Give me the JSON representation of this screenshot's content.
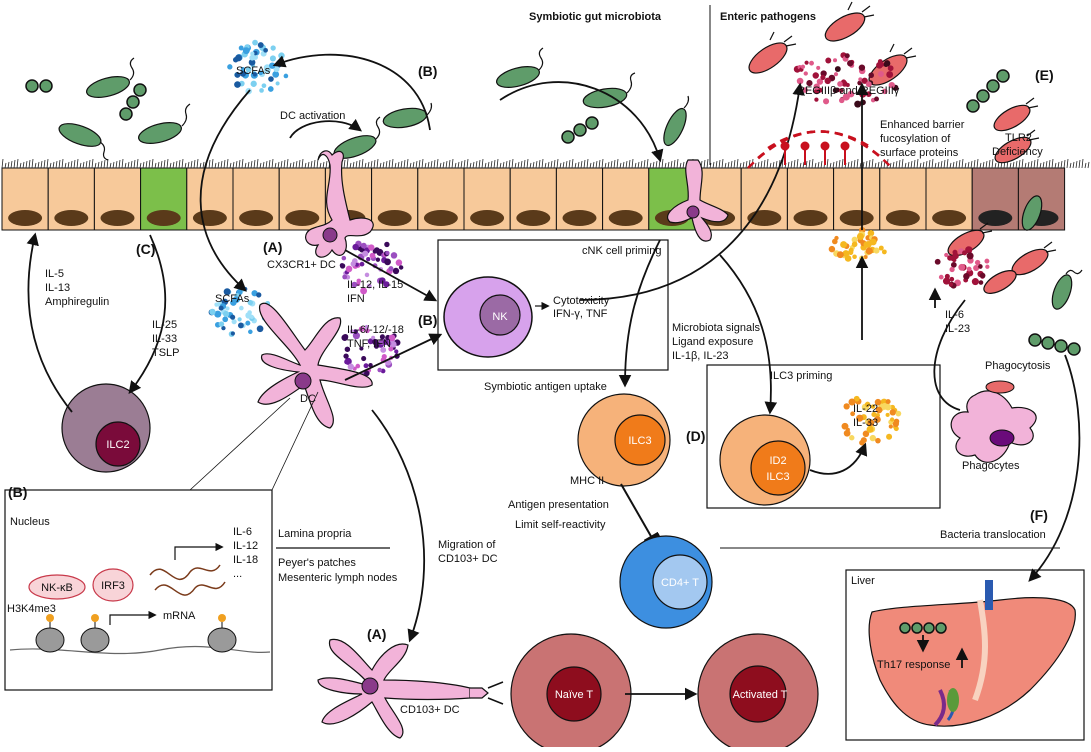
{
  "header": {
    "symbiotic": "Symbiotic gut microbiota",
    "pathogens": "Enteric pathogens"
  },
  "panel_labels": {
    "A1": "(A)",
    "A2": "(A)",
    "B1": "(B)",
    "B2": "(B)",
    "C": "(C)",
    "D": "(D)",
    "E": "(E)",
    "F": "(F)"
  },
  "labels": {
    "scfas": "SCFAs",
    "dc_activation": "DC activation",
    "cx3cr1_dc": "CX3CR1+ DC",
    "il12_il15": "IL-12, IL-15",
    "ifn": "IFN",
    "il6_12_18": "IL-6/-12/-18",
    "tnf_ifn": "TNF, IFN",
    "dc": "DC",
    "il5": "IL-5",
    "il13": "IL-13",
    "amphiregulin": "Amphiregulin",
    "il25": "IL-25",
    "il33": "IL-33",
    "tslp": "TSLP",
    "ilc2": "ILC2",
    "cnk_priming": "cNK cell priming",
    "nk": "NK",
    "cytotoxicity": "Cytotoxicity",
    "ifng_tnf": "IFN-γ, TNF",
    "regiii": "REGIIIβ and REGIIIγ",
    "enhanced1": "Enhanced barrier",
    "enhanced2": "fucosylation of",
    "enhanced3": "surface proteins",
    "tlr2a": "TLR2",
    "tlr2b": "Deficiency",
    "microbiota_signals": "Microbiota signals",
    "ligand_exposure": "Ligand exposure",
    "il1b_il23": "IL-1β, IL-23",
    "ilc3_priming": "ILC3 priming",
    "symbiotic_uptake": "Symbiotic antigen uptake",
    "ilc3": "ILC3",
    "id2": "ID2",
    "ilc3b": "ILC3",
    "il22": "IL-22",
    "il33b": "IL-33",
    "mhc2": "MHC II",
    "antigen_presentation": "Antigen presentation",
    "limit_self": "Limit self-reactivity",
    "cd4t": "CD4+ T",
    "il6": "IL-6",
    "il23": "IL-23",
    "phagocytosis": "Phagocytosis",
    "phagocytes": "Phagocytes",
    "bacteria_translocation": "Bacteria translocation",
    "liver": "Liver",
    "th17": "Th17 response",
    "nucleus": "Nucleus",
    "nfkb": "NK-κB",
    "irf3": "IRF3",
    "h3k4me3": "H3K4me3",
    "mrna": "mRNA",
    "cyt_il6": "IL-6",
    "cyt_il12": "IL-12",
    "cyt_il18": "IL-18",
    "cyt_more": "...",
    "lamina_propria": "Lamina propria",
    "peyers": "Peyer's patches",
    "mesenteric": "Mesenteric lymph nodes",
    "migration1": "Migration of",
    "migration2": "CD103+ DC",
    "cd103_dc": "CD103+ DC",
    "naive_t": "Naïve T",
    "activated_t": "Activated T"
  },
  "colors": {
    "epithelium": "#f7c99a",
    "nucleus": "#5a3a1a",
    "goblet": "#7cbf4a",
    "dc": "#f2b3d9",
    "ilc2": "#9b7d94",
    "ilc3": "#f6b27a",
    "cd4t": "#3d8fe0",
    "tcell": "#c97373",
    "liver": "#f08a7a",
    "bacteria_green": "#5f9c6a",
    "pathogen_red": "#e86a6a"
  }
}
